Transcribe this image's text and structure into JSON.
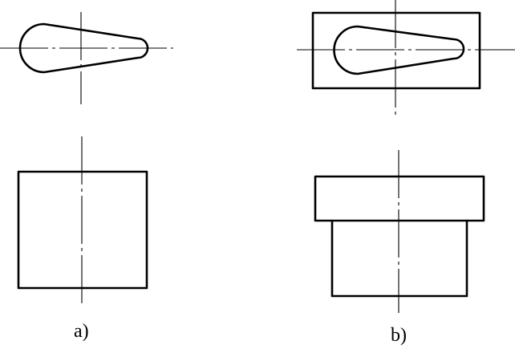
{
  "figures": [
    {
      "id": "a",
      "caption": "a)"
    },
    {
      "id": "b",
      "caption": "b)"
    }
  ],
  "colors": {
    "line": "#000000",
    "background": "#ffffff"
  }
}
